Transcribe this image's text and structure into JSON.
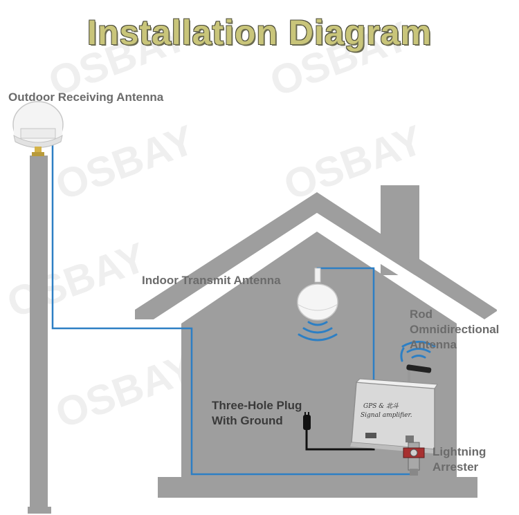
{
  "title": "Installation Diagram",
  "watermark": "OSBAY",
  "labels": {
    "outdoor_antenna": "Outdoor Receiving Antenna",
    "indoor_antenna": "Indoor Transmit Antenna",
    "rod_antenna": [
      "Rod",
      "Omnidirectional",
      "Antenna"
    ],
    "plug": [
      "Three-Hole Plug",
      "With Ground"
    ],
    "arrester": [
      "Lightning",
      "Arrester"
    ]
  },
  "amplifier": {
    "line1": "GPS & 北斗",
    "line2": "Signal amplifier."
  },
  "colors": {
    "house": "#9e9e9e",
    "cable": "#2d7fc4",
    "power_cable": "#111111",
    "title": "#c9c57a"
  }
}
